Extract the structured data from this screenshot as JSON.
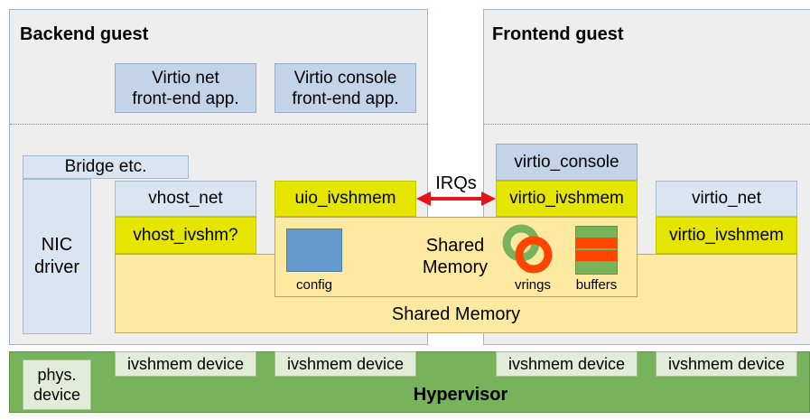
{
  "backend": {
    "title": "Backend guest",
    "apps": [
      "Virtio net\nfront-end app.",
      "Virtio console\nfront-end app."
    ],
    "bridge": "Bridge etc.",
    "nic_driver": "NIC\ndriver",
    "vhost_net": "vhost_net",
    "vhost_ivshm": "vhost_ivshm?",
    "uio_ivshmem": "uio_ivshmem"
  },
  "frontend": {
    "title": "Frontend guest",
    "virtio_console": "virtio_console",
    "virtio_ivshmem_center": "virtio_ivshmem",
    "virtio_net": "virtio_net",
    "virtio_ivshmem_right": "virtio_ivshmem"
  },
  "irqs": "IRQs",
  "shared_memory_inner": {
    "title": "Shared\nMemory",
    "config": "config",
    "vrings": "vrings",
    "buffers": "buffers"
  },
  "shared_memory_outer": "Shared Memory",
  "hypervisor": {
    "label": "Hypervisor",
    "phys_device": "phys.\ndevice",
    "devices": [
      "ivshmem device",
      "ivshmem device",
      "ivshmem device",
      "ivshmem device"
    ]
  },
  "colors": {
    "guest_bg": "#eeeeee",
    "app_blue": "#c3d4e9",
    "light_blue": "#dbe5f1",
    "yellow": "#e5e500",
    "shared_memory": "#fee9a0",
    "hypervisor_green": "#76b35a",
    "irq_arrow": "#e5141c",
    "vring_red": "#ff4500",
    "vring_green": "#76b35a",
    "config_blue": "#6699cc"
  }
}
